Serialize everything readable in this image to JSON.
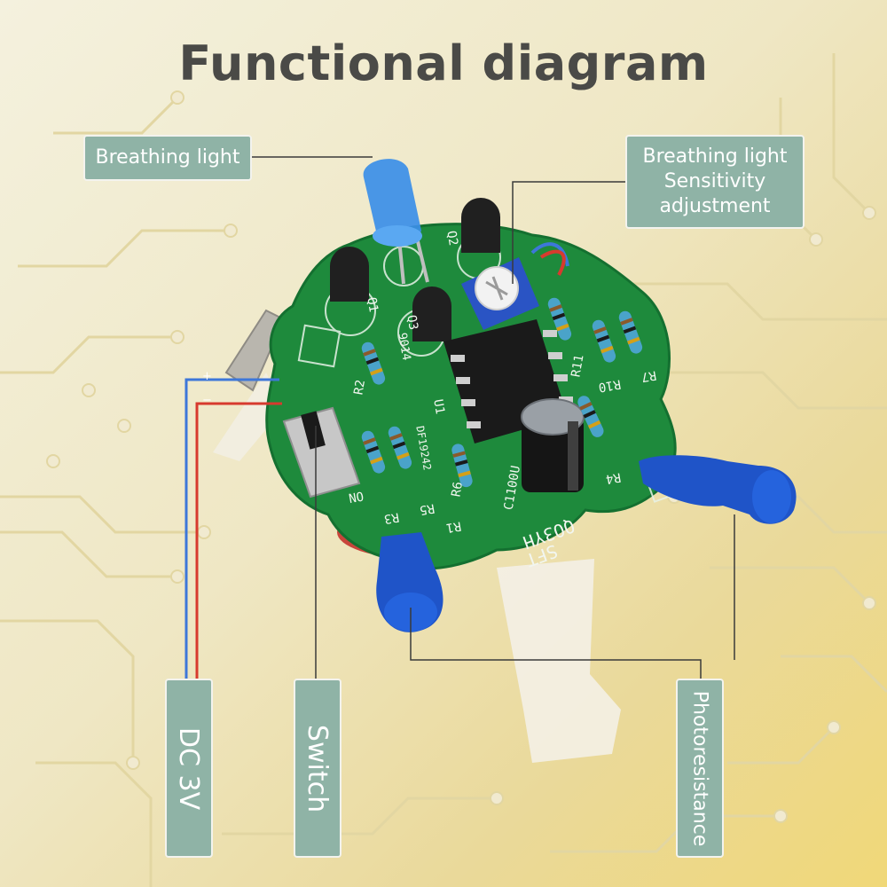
{
  "title": "Functional diagram",
  "labels": {
    "breathing_light": "Breathing light",
    "sensitivity": [
      "Breathing light",
      "Sensitivity",
      "adjustment"
    ],
    "dc3v": "DC 3V",
    "switch": "Switch",
    "photoresistance": "Photoresistance"
  },
  "board": {
    "silkscreen": [
      "SFT",
      "QO3YH",
      "C1100U",
      "R1",
      "R2",
      "R3",
      "R4",
      "R5",
      "R6",
      "R7",
      "R10",
      "R11",
      "Q1",
      "Q2",
      "Q3",
      "U1",
      "9014",
      "ON",
      "DF19242"
    ],
    "battery_marks": [
      "+",
      "−"
    ]
  },
  "colors": {
    "background": "#efe7c4",
    "trace": "#e3d7a6",
    "pcb": "#1e8a3c",
    "label_fill": "#8fb3a6",
    "leader_line": "#3a3a3a",
    "led": "#3b8ee8",
    "cap_blue": "#1f54c8",
    "wire_blue": "#3d77d9",
    "wire_red": "#d73a2e"
  }
}
